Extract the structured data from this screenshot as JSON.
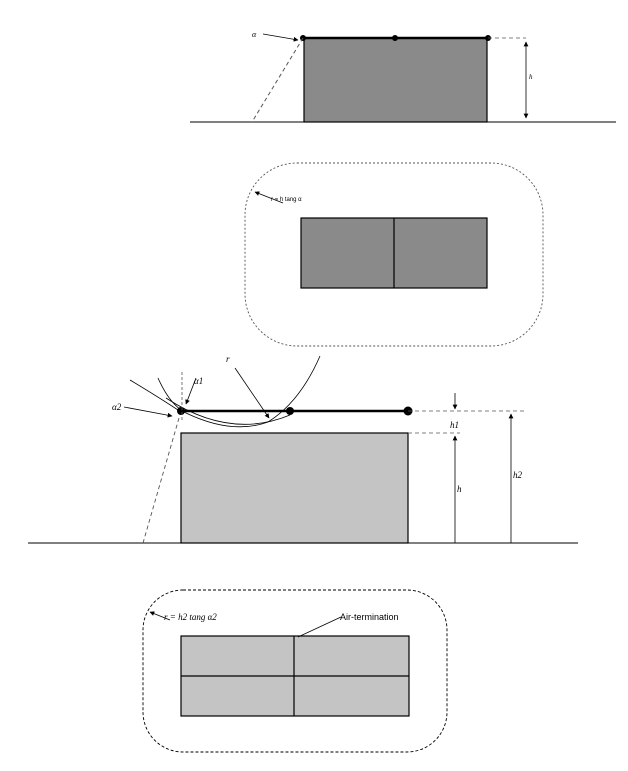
{
  "figure1": {
    "label_alpha": "α",
    "label_h": "h"
  },
  "figure2": {
    "radius_label": "r = h tang α"
  },
  "figure3": {
    "label_r": "r",
    "label_alpha1": "α1",
    "label_alpha2": "α2",
    "label_h": "h",
    "label_h1": "h1",
    "label_h2": "h2"
  },
  "figure4": {
    "radius_label": "r = h2 tang α2",
    "air_termination_label": "Air-termination"
  },
  "colors": {
    "roof_dark": "#8a8a8a",
    "roof_light": "#c4c4c4",
    "line": "#000000",
    "dashed": "#555555"
  }
}
